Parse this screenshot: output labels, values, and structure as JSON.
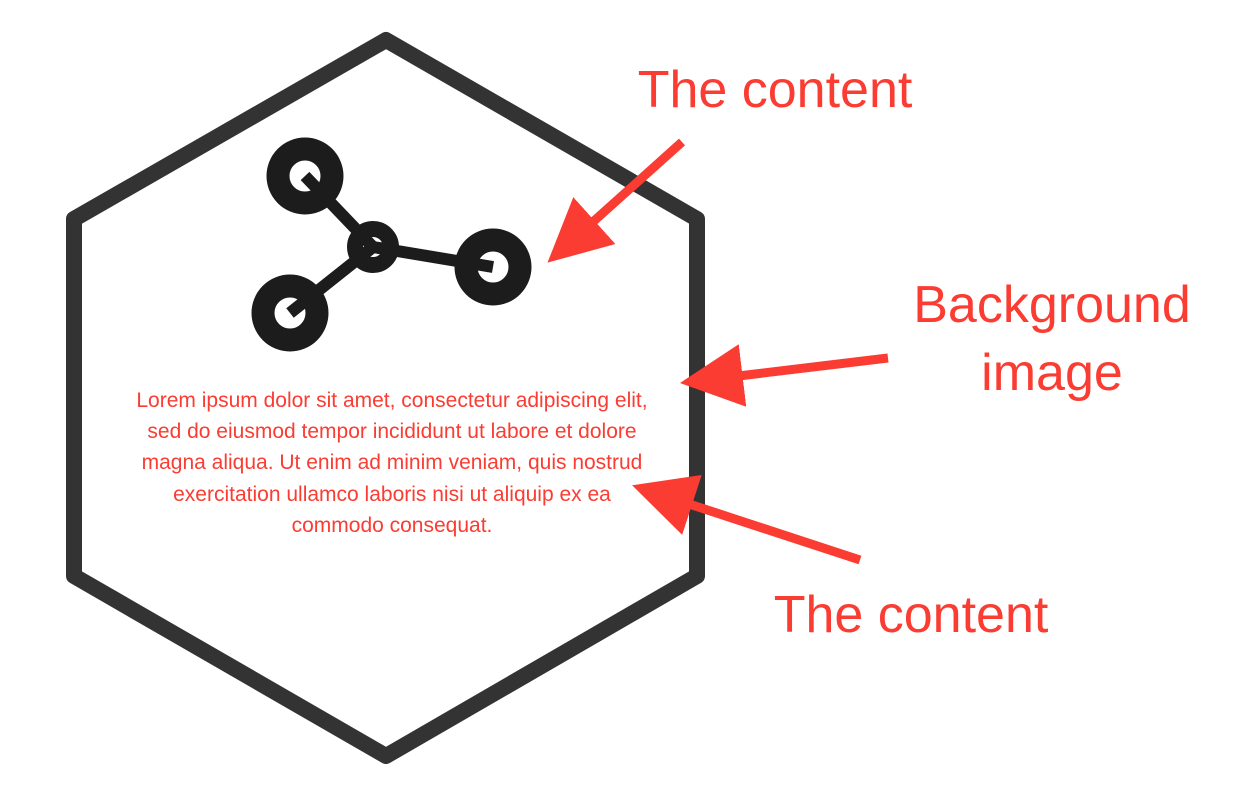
{
  "annotations": {
    "top_label": "The content",
    "right_label_line1": "Background",
    "right_label_line2": "image",
    "bottom_label": "The content"
  },
  "content": {
    "paragraph": "Lorem ipsum dolor sit amet, consectetur adipiscing elit, sed do eiusmod tempor incididunt ut labore et dolore magna aliqua. Ut enim ad minim veniam, quis nostrud exercitation ullamco laboris nisi ut aliquip ex ea commodo consequat."
  },
  "icons": {
    "content_icon": "share-network-icon"
  },
  "colors": {
    "annotation": "#fa3c32",
    "hexagon": "#333333",
    "icon": "#1c1c1c"
  }
}
